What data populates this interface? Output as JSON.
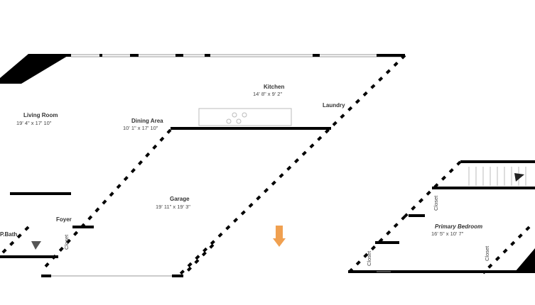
{
  "rooms": {
    "living_room": {
      "name": "Living Room",
      "size": "19' 4\" x 17' 10\""
    },
    "dining_area": {
      "name": "Dining Area",
      "size": "10' 1\" x 17' 10\""
    },
    "kitchen": {
      "name": "Kitchen",
      "size": "14' 8\" x 9' 2\""
    },
    "laundry": {
      "name": "Laundry"
    },
    "garage": {
      "name": "Garage",
      "size": "19' 11\" x 19' 3\""
    },
    "foyer": {
      "name": "Foyer"
    },
    "p_bath": {
      "name": "P.Bath"
    },
    "closet_foyer": {
      "name": "Closet"
    },
    "closet_bed_1": {
      "name": "Closet"
    },
    "closet_bed_2": {
      "name": "Closet"
    },
    "closet_bed_3": {
      "name": "Closet"
    },
    "primary_bedroom": {
      "name": "Primary Bedroom",
      "size": "16' 5\" x 10' 7\""
    }
  },
  "colors": {
    "entry_arrow": "#f0a050",
    "walls": "#000000"
  }
}
